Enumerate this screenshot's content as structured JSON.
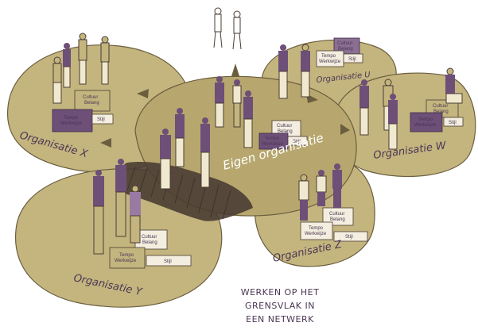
{
  "organisations": {
    "x": "Organisatie X",
    "y": "Organisatie Y",
    "z": "Organisatie Z",
    "w": "Organisatie W",
    "u": "Organisatie U",
    "own": "Eigen organisatie"
  },
  "boxes": {
    "cultuur_belang": "Cultuur Belang",
    "tempo_werkwijze": "Tempo Werkwijze",
    "stijl": "Stijl"
  },
  "caption": {
    "line1": "WERKEN OP HET",
    "line2": "GRENSVLAK IN",
    "line3": "EEN NETWERK"
  },
  "colors": {
    "blob": "#c4b57f",
    "blob_outline": "#6b5e3e",
    "purple": "#6e4f78",
    "purple_light": "#9a7aa3",
    "path": "#4a3d33",
    "box_light": "#f3eedf",
    "text": "#4a3654"
  }
}
